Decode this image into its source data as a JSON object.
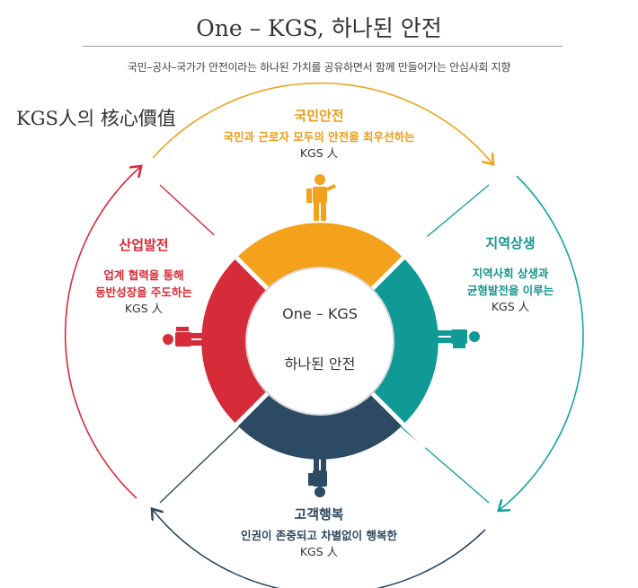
{
  "header": {
    "title": "One – KGS, 하나된 안전",
    "subtitle": "국민–공사–국가가 안전이라는 하나된 가치를 공유하면서 함께 만들어가는 안심사회 지향"
  },
  "core_label": "KGS人의 核心價值",
  "center": {
    "line1": "One – KGS",
    "line2": "하나된 안전"
  },
  "values": {
    "top": {
      "title": "국민안전",
      "desc": [
        "국민과 근로자 모두의 안전을 최우선하는"
      ],
      "tail": "KGS 人",
      "color": "#f4a21c"
    },
    "right": {
      "title": "지역상생",
      "desc": [
        "지역사회 상생과",
        "균형발전을 이루는"
      ],
      "tail": "KGS 人",
      "color": "#109a95"
    },
    "bottom": {
      "title": "고객행복",
      "desc": [
        "인권이 존중되고 차별없이 행복한"
      ],
      "tail": "KGS 人",
      "color": "#2c4a63"
    },
    "left": {
      "title": "산업발전",
      "desc": [
        "업계 협력을 통해",
        "동반성장을 주도하는"
      ],
      "tail": "KGS 人",
      "color": "#d62b38"
    }
  },
  "icons": [
    "person-icon-top",
    "person-icon-right",
    "person-icon-bottom",
    "person-icon-left"
  ]
}
